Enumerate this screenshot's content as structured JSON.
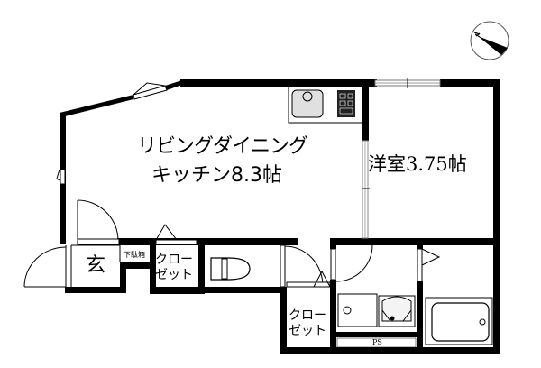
{
  "floor_plan": {
    "compass": {
      "icon": "compass-north-arrow-icon",
      "direction": "northwest"
    },
    "rooms": {
      "ldk": {
        "line1": "リビングダイニング",
        "line2": "キッチン8.3帖"
      },
      "western_room": {
        "label": "洋室3.75帖"
      },
      "entrance": {
        "label": "玄"
      },
      "shoe_box": {
        "label": "下駄箱"
      },
      "closet_entrance": {
        "line1": "クロー",
        "line2": "ゼット"
      },
      "closet_lower": {
        "line1": "クロー",
        "line2": "ゼット"
      },
      "pipe_space": {
        "label": "PS"
      }
    },
    "fixtures": [
      "kitchen-sink",
      "stove",
      "toilet",
      "washbasin",
      "washing-machine-pan",
      "bathtub"
    ],
    "colors": {
      "wall": "#000000",
      "background": "#ffffff",
      "sink_fill": "#e0e0e0",
      "window": "#9a9a9a"
    }
  }
}
